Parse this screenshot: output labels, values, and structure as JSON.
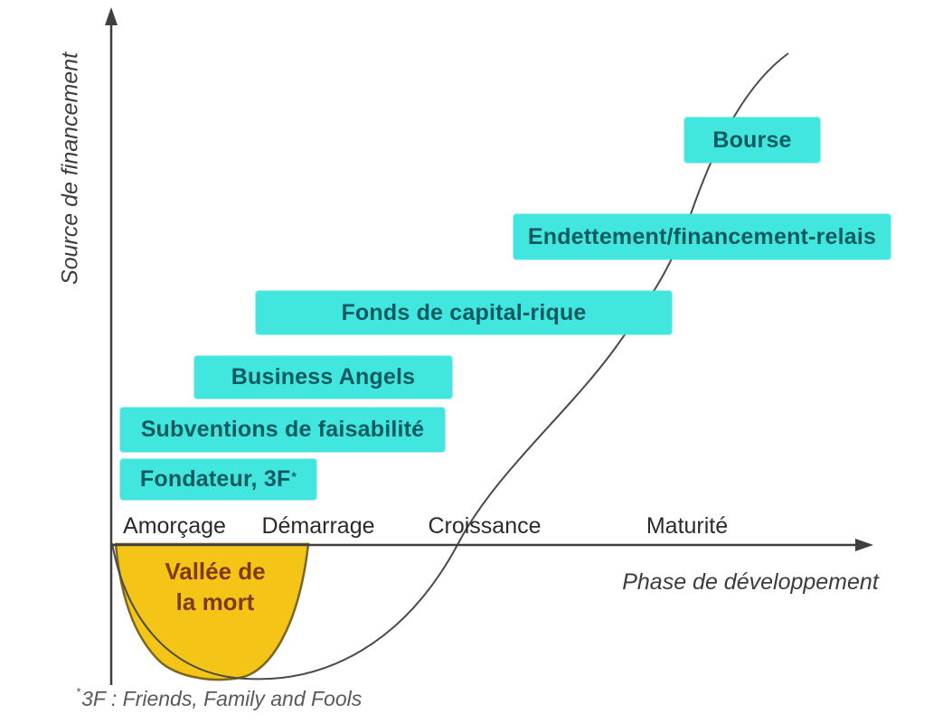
{
  "diagram": {
    "y_axis_label": "Source de financement",
    "x_axis_label": "Phase de développement",
    "phases": [
      {
        "label": "Amorçage"
      },
      {
        "label": "Démarrage"
      },
      {
        "label": "Croissance"
      },
      {
        "label": "Maturité"
      }
    ],
    "funding_sources": [
      {
        "label": "Fondateur, 3F",
        "superscript": "*"
      },
      {
        "label": "Subventions de faisabilité"
      },
      {
        "label": "Business Angels"
      },
      {
        "label": "Fonds de capital-rique"
      },
      {
        "label": "Endettement/financement-relais"
      },
      {
        "label": "Bourse"
      }
    ],
    "valley": {
      "line1": "Vallée de",
      "line2": "la mort"
    },
    "footnote": {
      "star": "*",
      "text": "3F : Friends, Family and Fools"
    },
    "colors": {
      "box_fill": "#41E7DF",
      "box_text": "#0E5A60",
      "valley_fill": "#F4C416",
      "valley_outline": "#7C651F",
      "valley_text": "#7E3A0C",
      "axis": "#3F3F3F",
      "curve": "#4A4A4A",
      "phase_text": "#2B2B2B",
      "footnote_text": "#595959"
    }
  }
}
